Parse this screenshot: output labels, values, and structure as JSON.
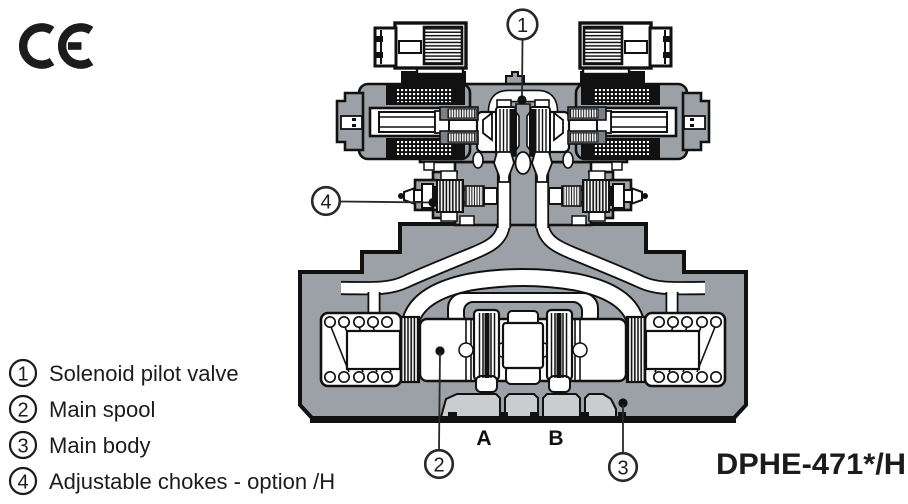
{
  "ce_mark": "CE",
  "figure": {
    "product_code": "DPHE-471*/H",
    "port_labels": {
      "a": "A",
      "b": "B"
    },
    "callout_numbers": {
      "c1": "1",
      "c2": "2",
      "c3": "3",
      "c4": "4"
    }
  },
  "legend": {
    "items": [
      {
        "number": "1",
        "label": "Solenoid pilot valve"
      },
      {
        "number": "2",
        "label": "Main spool"
      },
      {
        "number": "3",
        "label": "Main body"
      },
      {
        "number": "4",
        "label": "Adjustable chokes - option /H"
      }
    ]
  },
  "colors": {
    "body_gray": "#9ba1a6",
    "light_gray": "#c9cdd0",
    "outline_black": "#151517",
    "white": "#ffffff",
    "callout_stroke": "#27272d"
  }
}
